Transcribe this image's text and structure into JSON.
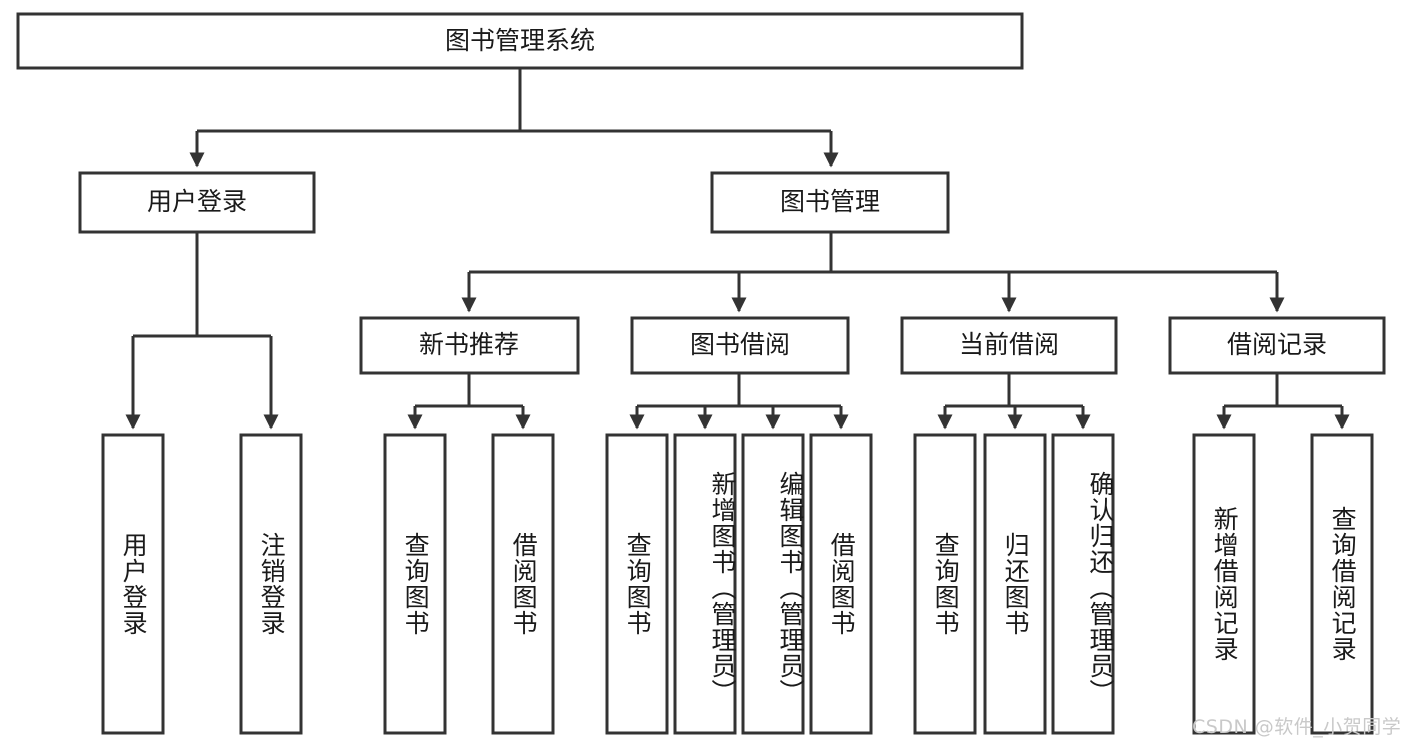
{
  "diagram": {
    "title": "图书管理系统",
    "type": "hierarchy-tree",
    "watermark": "CSDN @软件_小贺同学",
    "colors": {
      "box_stroke": "#333333",
      "box_fill": "#ffffff",
      "connector": "#333333",
      "text": "#1a1a1a",
      "watermark": "#c9c9c9",
      "background": "#ffffff"
    },
    "levels": {
      "root": {
        "label": "图书管理系统"
      },
      "level2": [
        {
          "label": "用户登录"
        },
        {
          "label": "图书管理"
        }
      ],
      "level3": [
        {
          "label": "新书推荐"
        },
        {
          "label": "图书借阅"
        },
        {
          "label": "当前借阅"
        },
        {
          "label": "借阅记录"
        }
      ],
      "leaves": {
        "user_login": [
          {
            "label": "用户登录"
          },
          {
            "label": "注销登录"
          }
        ],
        "new_book_recommend": [
          {
            "label": "查询图书"
          },
          {
            "label": "借阅图书"
          }
        ],
        "book_borrow": [
          {
            "label": "查询图书"
          },
          {
            "label": "新增图书（管理员）"
          },
          {
            "label": "编辑图书（管理员）"
          },
          {
            "label": "借阅图书"
          }
        ],
        "current_borrow": [
          {
            "label": "查询图书"
          },
          {
            "label": "归还图书"
          },
          {
            "label": "确认归还（管理员）"
          }
        ],
        "borrow_record": [
          {
            "label": "新增借阅记录"
          },
          {
            "label": "查询借阅记录"
          }
        ]
      }
    }
  }
}
